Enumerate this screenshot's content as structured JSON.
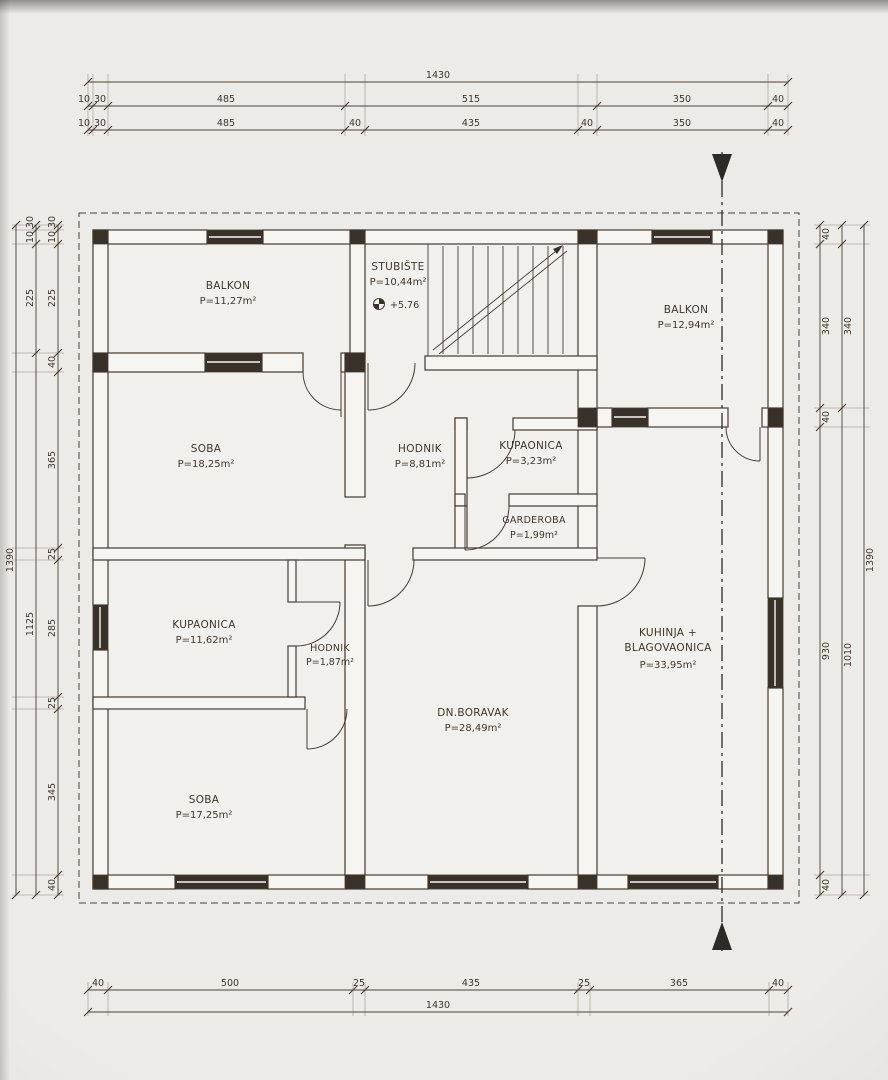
{
  "plan": {
    "rooms": {
      "balkon_left": {
        "name": "BALKON",
        "area": "P=11,27m²"
      },
      "stubiste": {
        "name": "STUBIŠTE",
        "area": "P=10,44m²",
        "level": "+5.76"
      },
      "balkon_right": {
        "name": "BALKON",
        "area": "P=12,94m²"
      },
      "soba_top": {
        "name": "SOBA",
        "area": "P=18,25m²"
      },
      "hodnik_main": {
        "name": "HODNIK",
        "area": "P=8,81m²"
      },
      "kupaonica_small": {
        "name": "KUPAONICA",
        "area": "P=3,23m²"
      },
      "garderoba": {
        "name": "GARDEROBA",
        "area": "P=1,99m²"
      },
      "kupaonica_large": {
        "name": "KUPAONICA",
        "area": "P=11,62m²"
      },
      "hodnik_small": {
        "name": "HODNIK",
        "area": "P=1,87m²"
      },
      "kuhinja": {
        "name_line1": "KUHINJA +",
        "name_line2": "BLAGOVAONICA",
        "area": "P=33,95m²"
      },
      "dnevni_boravak": {
        "name": "DN.BORAVAK",
        "area": "P=28,49m²"
      },
      "soba_bottom": {
        "name": "SOBA",
        "area": "P=17,25m²"
      }
    },
    "dims": {
      "top_total": "1430",
      "top_row2": [
        "10",
        "30",
        "485",
        "515",
        "350",
        "40"
      ],
      "top_row3": [
        "10",
        "30",
        "485",
        "40",
        "435",
        "40",
        "350",
        "40"
      ],
      "bottom_row": [
        "40",
        "500",
        "25",
        "435",
        "25",
        "365",
        "40"
      ],
      "bottom_total": "1430",
      "left_outer_total": "1390",
      "left_mid": [
        "30",
        "10",
        "225",
        "1125"
      ],
      "left_inner": [
        "30",
        "10",
        "225",
        "40",
        "365",
        "25",
        "285",
        "25",
        "345",
        "40"
      ],
      "right_inner": [
        "40",
        "340",
        "40",
        "930",
        "40"
      ],
      "right_mid": [
        "340",
        "1010"
      ],
      "right_outer_total": "1390"
    }
  }
}
